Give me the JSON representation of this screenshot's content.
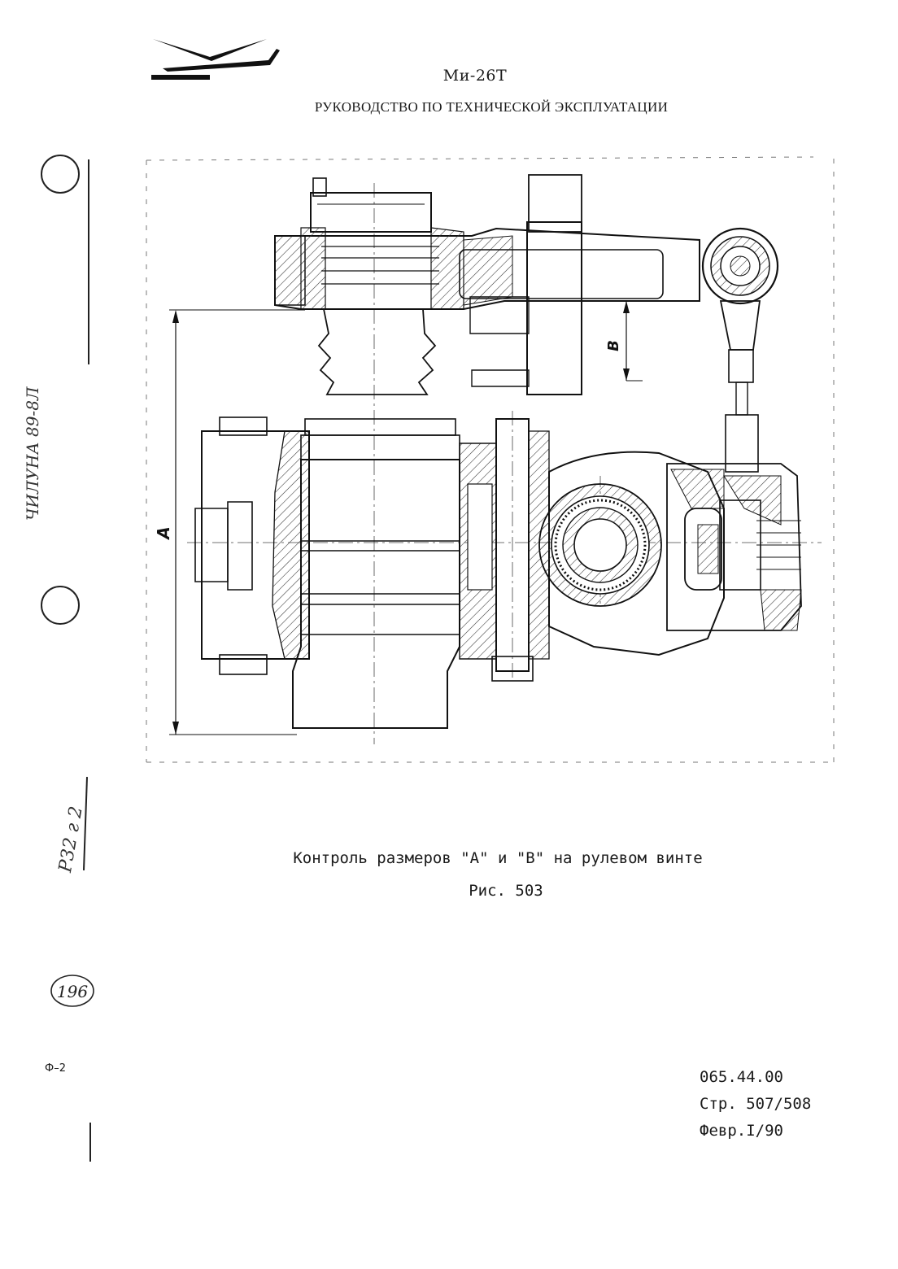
{
  "header": {
    "aircraft": "Ми-26Т",
    "manual_title": "РУКОВОДСТВО ПО ТЕХНИЧЕСКОЙ ЭКСПЛУАТАЦИИ"
  },
  "figure": {
    "dimension_labels": [
      "A",
      "B"
    ],
    "caption": "Контроль размеров \"А\" и \"В\" на рулевом винте",
    "number": "Рис. 503"
  },
  "margin": {
    "handwritten_top": "ЧИЛУНА 89-8Л",
    "handwritten_mid": "Р32 г 2",
    "stamp_number": "196",
    "form_code": "Ф–2"
  },
  "footer": {
    "doc_code": "065.44.00",
    "page": "Стр. 507/508",
    "date": "Февр.I/90"
  }
}
